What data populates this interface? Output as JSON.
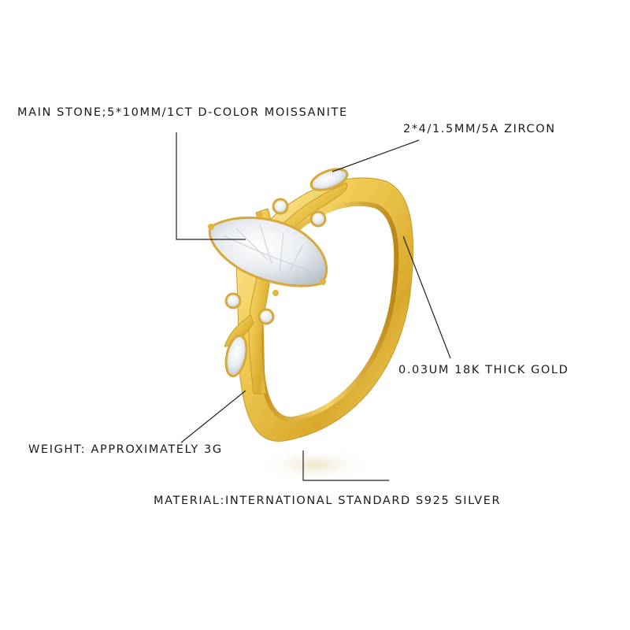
{
  "product": {
    "subject": "ring-photo",
    "metal_color": "#e8c14a",
    "stone_color": "#f4f6f8"
  },
  "annotations": {
    "main_stone": "MAIN STONE;5*10MM/1CT D-COLOR MOISSANITE",
    "side_stones": "2*4/1.5MM/5A ZIRCON",
    "plating": "0.03UM 18K THICK GOLD",
    "weight": "WEIGHT: APPROXIMATELY 3G",
    "material": "MATERIAL:INTERNATIONAL STANDARD S925 SILVER"
  }
}
